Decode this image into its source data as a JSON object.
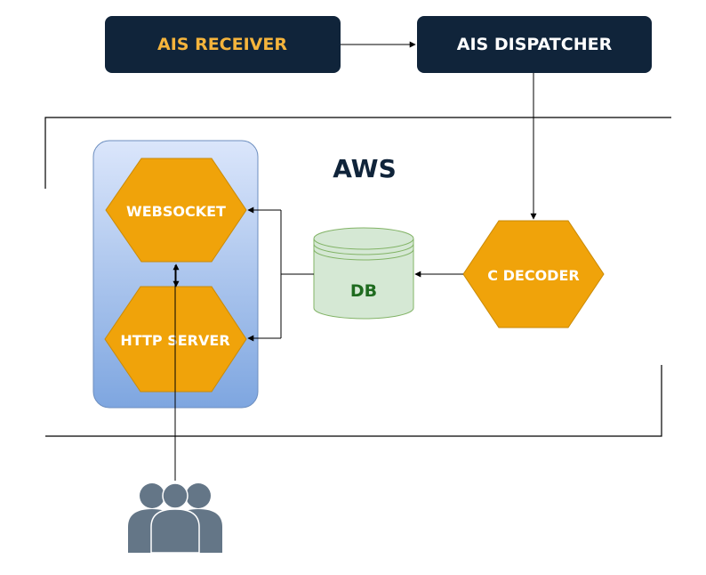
{
  "diagram": {
    "boxes": {
      "ais_receiver": "AIS RECEIVER",
      "ais_dispatcher": "AIS DISPATCHER"
    },
    "region_label": "AWS",
    "hexagons": {
      "websocket": "WEBSOCKET",
      "http_server": "HTTP SERVER",
      "c_decoder": "C DECODER"
    },
    "database": "DB",
    "colors": {
      "box_fill": "#10243a",
      "receiver_text": "#f5b43c",
      "dispatcher_text": "#ffffff",
      "hexagon_fill": "#f0a30a",
      "hexagon_stroke": "#c98a08",
      "group_fill_top": "#dbe6fb",
      "group_fill_bottom": "#7ea6e0",
      "group_stroke": "#6c8ebf",
      "db_fill": "#d5e8d4",
      "db_stroke": "#82b366",
      "db_text": "#1f6b1f",
      "aws_text": "#10243a",
      "users_fill": "#647687"
    },
    "icons": [
      "users-icon"
    ]
  }
}
